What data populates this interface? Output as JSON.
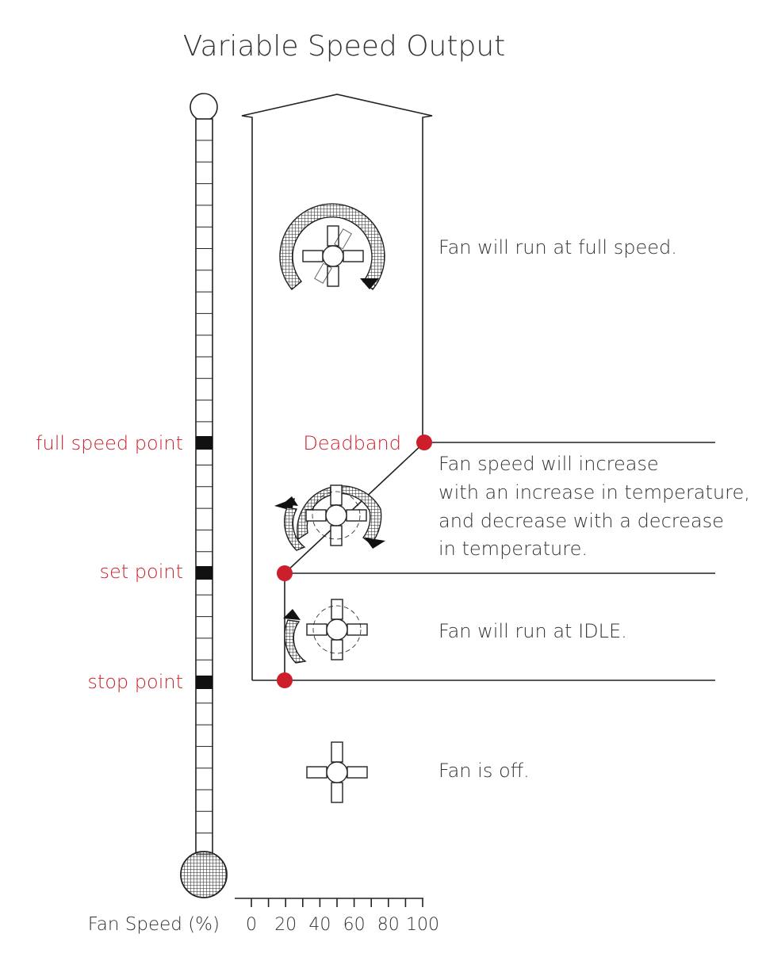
{
  "title": "Variable Speed Output",
  "colors": {
    "accent": "#cc1f2b",
    "ink": "#222222",
    "text": "#333333"
  },
  "points": {
    "full_speed": "full speed point",
    "set": "set point",
    "stop": "stop point",
    "deadband": "Deadband"
  },
  "descriptions": {
    "full": "Fan will run at full speed.",
    "ramp_lines": [
      "Fan speed will increase",
      "with an increase in temperature,",
      "and decrease with a decrease",
      "in temperature."
    ],
    "idle": "Fan will run at IDLE.",
    "off": "Fan is off."
  },
  "axis": {
    "label": "Fan Speed (%)",
    "ticks": [
      "0",
      "20",
      "40",
      "60",
      "80",
      "100"
    ]
  },
  "icons": {
    "thermometer": "thermometer-icon",
    "fan_full": "fan-full-speed-icon",
    "fan_ramp": "fan-variable-speed-icon",
    "fan_idle": "fan-idle-icon",
    "fan_off": "fan-off-icon"
  }
}
